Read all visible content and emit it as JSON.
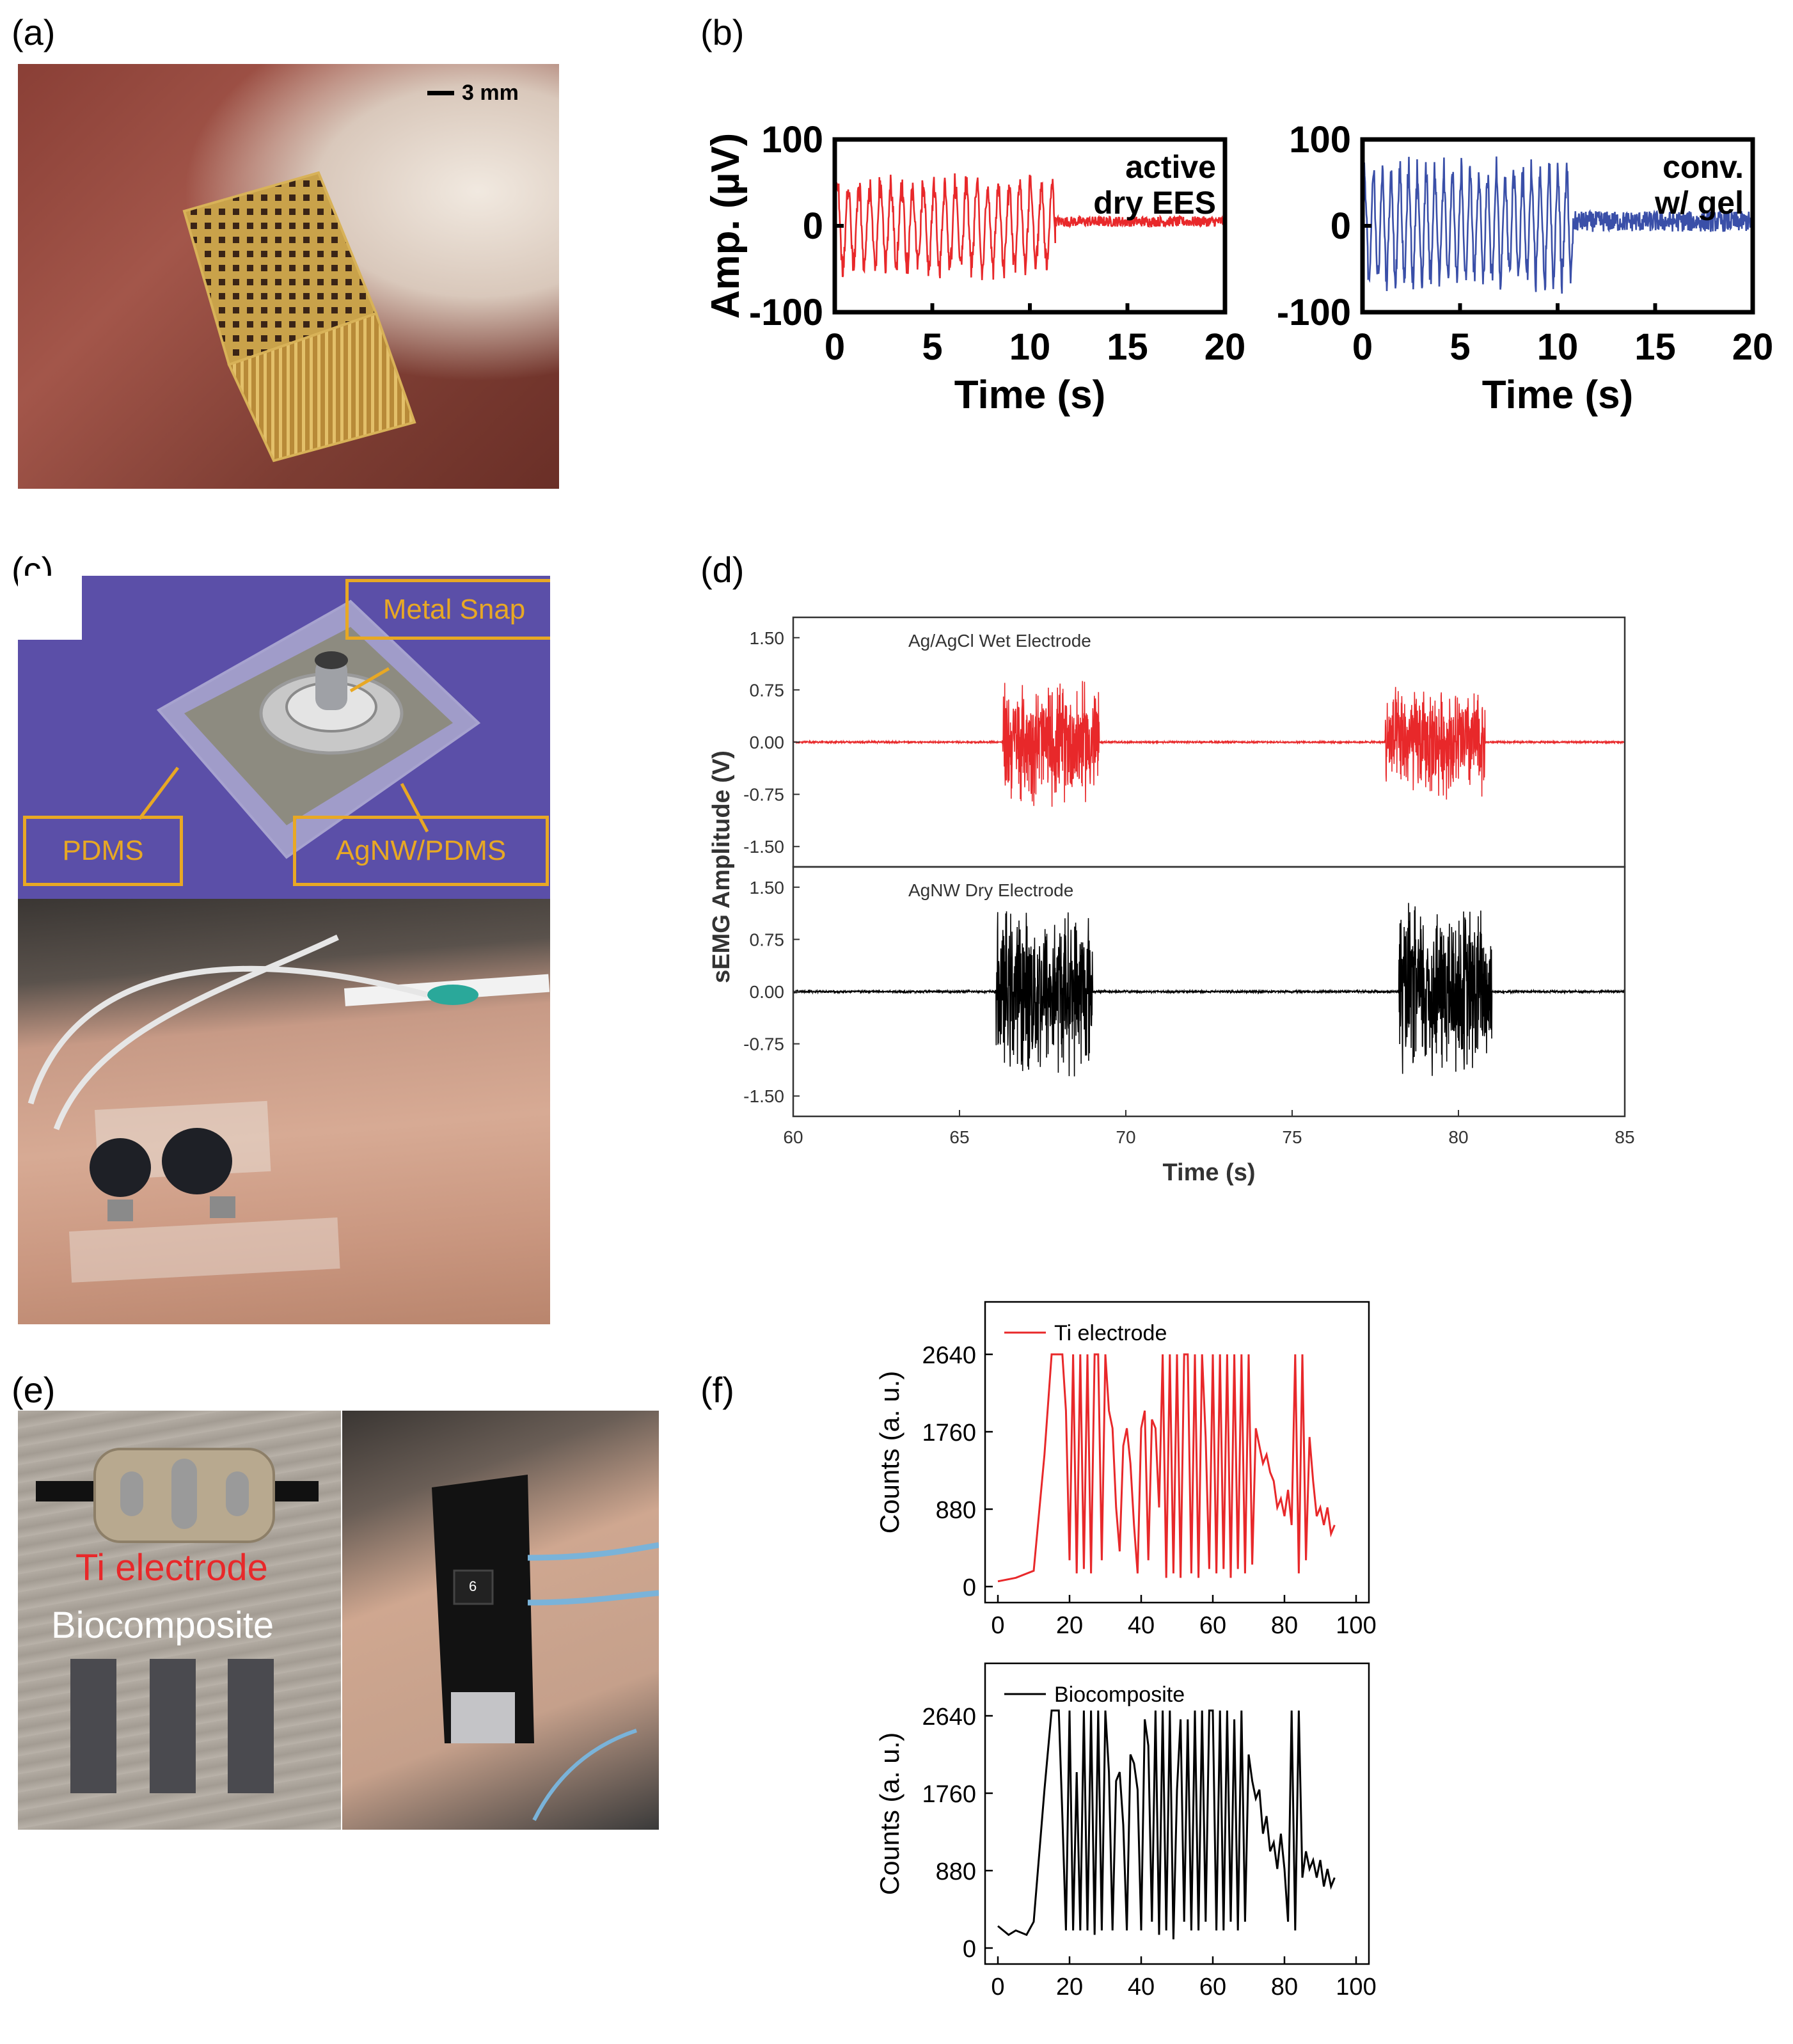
{
  "panels": {
    "a": {
      "letter": "(a)",
      "scalebar": "3 mm"
    },
    "b": {
      "letter": "(b)"
    },
    "c": {
      "letter": "(c)",
      "callouts": [
        "Metal Snap",
        "PDMS",
        "AgNW/PDMS"
      ]
    },
    "d": {
      "letter": "(d)"
    },
    "e": {
      "letter": "(e)",
      "label_ti": "Ti electrode",
      "label_bio": "Biocomposite",
      "band_number": "6"
    },
    "f": {
      "letter": "(f)"
    }
  },
  "colors": {
    "red": "#e8282a",
    "blue": "#3a4fa8",
    "black": "#000000",
    "callout": "#e8a824"
  },
  "chart_data": [
    {
      "id": "b-left",
      "type": "line",
      "xlabel": "Time (s)",
      "ylabel": "Amp. (µV)",
      "xlim": [
        0,
        20
      ],
      "ylim": [
        -100,
        100
      ],
      "xticks": [
        0,
        5,
        10,
        15,
        20
      ],
      "yticks": [
        -100,
        0,
        100
      ],
      "series": [
        {
          "name": "active dry EES",
          "label_lines": [
            "active",
            "dry EES"
          ],
          "color": "#e8282a",
          "segments": [
            {
              "x0": 0,
              "x1": 11.3,
              "amp": 60,
              "kind": "oscillation",
              "period": 0.55
            },
            {
              "x0": 11.3,
              "x1": 20,
              "amp": 6,
              "level": 5,
              "kind": "noise"
            }
          ]
        }
      ]
    },
    {
      "id": "b-right",
      "type": "line",
      "xlabel": "Time (s)",
      "ylabel": "",
      "xlim": [
        0,
        20
      ],
      "ylim": [
        -100,
        100
      ],
      "xticks": [
        0,
        5,
        10,
        15,
        20
      ],
      "yticks": [
        -100,
        0,
        100
      ],
      "series": [
        {
          "name": "conv. w/ gel",
          "label_lines": [
            "conv.",
            "w/ gel"
          ],
          "color": "#3a4fa8",
          "segments": [
            {
              "x0": 0,
              "x1": 10.8,
              "amp": 75,
              "kind": "oscillation",
              "period": 0.45
            },
            {
              "x0": 10.8,
              "x1": 20,
              "amp": 12,
              "level": 5,
              "kind": "noise"
            }
          ]
        }
      ]
    },
    {
      "id": "d",
      "type": "line",
      "xlabel": "Time (s)",
      "ylabel": "sEMG Amplitude (V)",
      "xlim": [
        60,
        85
      ],
      "xticks": [
        60,
        65,
        70,
        75,
        80,
        85
      ],
      "subplots": [
        {
          "name": "Ag/AgCl Wet Electrode",
          "color": "#e8282a",
          "ylim": [
            -1.5,
            1.5
          ],
          "yticks": [
            "1.50",
            "0.75",
            "0.00",
            "-0.75",
            "-1.50"
          ],
          "bursts": [
            {
              "x0": 66.3,
              "x1": 69.2,
              "amp": 0.95
            },
            {
              "x0": 77.8,
              "x1": 80.8,
              "amp": 0.85
            }
          ],
          "baseline_noise": 0.015
        },
        {
          "name": "AgNW Dry Electrode",
          "color": "#000000",
          "ylim": [
            -1.5,
            1.5
          ],
          "yticks": [
            "1.50",
            "0.75",
            "0.00",
            "-0.75",
            "-1.50"
          ],
          "bursts": [
            {
              "x0": 66.1,
              "x1": 69.0,
              "amp": 1.3
            },
            {
              "x0": 78.2,
              "x1": 81.0,
              "amp": 1.4
            }
          ],
          "baseline_noise": 0.02
        }
      ]
    },
    {
      "id": "f",
      "type": "line",
      "xlabel": "",
      "ylabel": "Counts (a. u.)",
      "xlim": [
        0,
        100
      ],
      "xticks": [
        0,
        20,
        40,
        60,
        80,
        100
      ],
      "subplots": [
        {
          "name": "Ti electrode",
          "color": "#e8282a",
          "ylim": [
            0,
            3200
          ],
          "yticks": [
            0,
            880,
            1760,
            2640
          ],
          "ytick_labels": [
            "0",
            "880",
            "1760",
            "2640"
          ],
          "x": [
            0,
            5,
            10,
            13,
            15,
            17,
            18,
            19,
            20,
            21,
            22,
            23,
            24,
            25,
            26,
            27,
            28,
            29,
            30,
            31,
            32,
            33,
            34,
            35,
            36,
            37,
            38,
            39,
            40,
            41,
            42,
            43,
            44,
            45,
            46,
            47,
            48,
            49,
            50,
            51,
            52,
            53,
            54,
            55,
            56,
            57,
            58,
            59,
            60,
            61,
            62,
            63,
            64,
            65,
            66,
            67,
            68,
            69,
            70,
            71,
            72,
            73,
            74,
            75,
            76,
            77,
            78,
            79,
            80,
            81,
            82,
            83,
            84,
            85,
            86,
            87,
            88,
            89,
            90,
            91,
            92,
            93,
            94
          ],
          "y": [
            60,
            100,
            180,
            1500,
            2640,
            2640,
            2640,
            2000,
            300,
            2640,
            150,
            2640,
            200,
            2640,
            150,
            2640,
            2640,
            300,
            2640,
            2000,
            1800,
            900,
            400,
            1600,
            1800,
            1400,
            700,
            150,
            1800,
            2000,
            300,
            1900,
            1800,
            900,
            2640,
            100,
            2640,
            150,
            2640,
            100,
            2640,
            2640,
            150,
            2640,
            100,
            2640,
            1700,
            200,
            2640,
            150,
            2640,
            200,
            2640,
            100,
            2640,
            200,
            2640,
            150,
            2640,
            250,
            1800,
            1600,
            1400,
            1500,
            1300,
            1200,
            900,
            1000,
            800,
            1100,
            700,
            2640,
            150,
            2640,
            300,
            1700,
            1200,
            800,
            900,
            700,
            900,
            600,
            700
          ]
        },
        {
          "name": "Biocomposite",
          "color": "#000000",
          "ylim": [
            0,
            3200
          ],
          "yticks": [
            0,
            880,
            1760,
            2640
          ],
          "ytick_labels": [
            "0",
            "880",
            "1760",
            "2640"
          ],
          "x": [
            0,
            3,
            5,
            8,
            10,
            13,
            15,
            17,
            18,
            19,
            20,
            21,
            22,
            23,
            24,
            25,
            26,
            27,
            28,
            29,
            30,
            31,
            32,
            33,
            34,
            35,
            36,
            37,
            38,
            39,
            40,
            41,
            42,
            43,
            44,
            45,
            46,
            47,
            48,
            49,
            50,
            51,
            52,
            53,
            54,
            55,
            56,
            57,
            58,
            59,
            60,
            61,
            62,
            63,
            64,
            65,
            66,
            67,
            68,
            69,
            70,
            71,
            72,
            73,
            74,
            75,
            76,
            77,
            78,
            79,
            80,
            81,
            82,
            83,
            84,
            85,
            86,
            87,
            88,
            89,
            90,
            91,
            92,
            93,
            94
          ],
          "y": [
            250,
            150,
            200,
            150,
            300,
            1800,
            2700,
            2700,
            1500,
            200,
            2700,
            200,
            2000,
            200,
            2700,
            200,
            2700,
            150,
            2700,
            200,
            2700,
            2000,
            200,
            1900,
            2000,
            1400,
            200,
            2200,
            2100,
            1800,
            200,
            2600,
            2300,
            300,
            2700,
            150,
            2700,
            200,
            2700,
            100,
            1800,
            2600,
            300,
            2600,
            200,
            2700,
            200,
            2700,
            300,
            2700,
            2700,
            200,
            2700,
            200,
            2700,
            300,
            2600,
            200,
            2700,
            300,
            2200,
            1900,
            1700,
            1800,
            1300,
            1500,
            1100,
            1200,
            900,
            1300,
            900,
            300,
            2700,
            200,
            2700,
            800,
            1100,
            900,
            1000,
            800,
            1000,
            700,
            900,
            700,
            800
          ]
        }
      ]
    }
  ]
}
